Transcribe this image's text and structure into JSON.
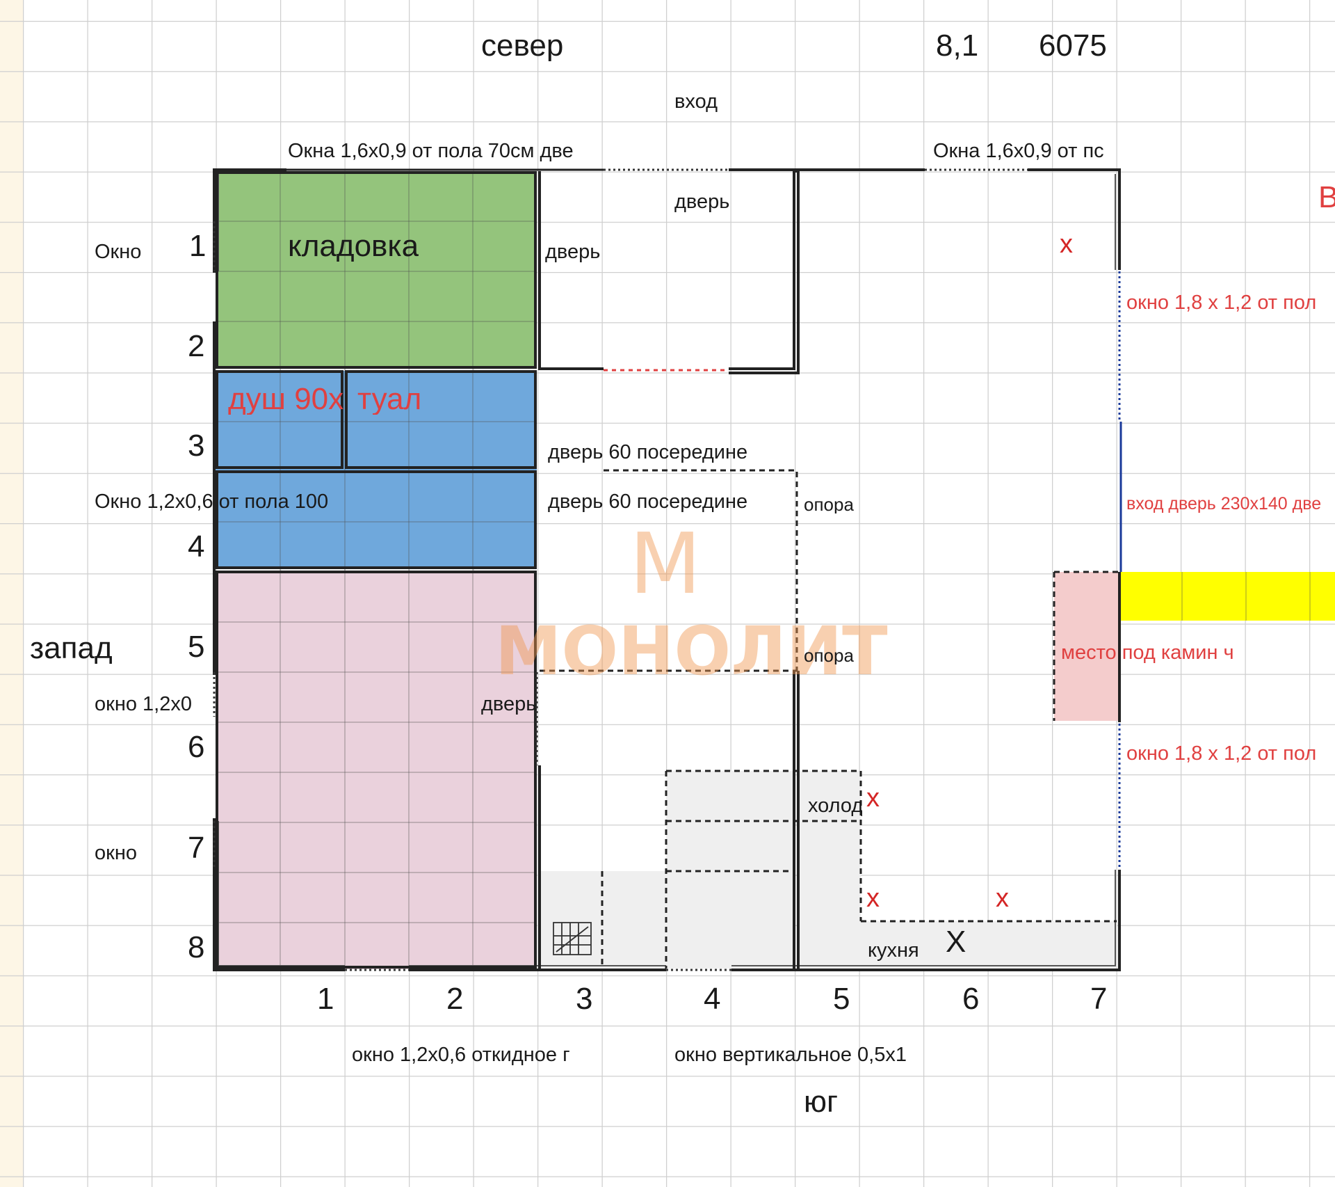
{
  "compass": {
    "north": "север",
    "south": "юг",
    "west": "запад"
  },
  "dimensions": {
    "width_label": "8,1",
    "area_label": "6075"
  },
  "rows": [
    "1",
    "2",
    "3",
    "4",
    "5",
    "6",
    "7",
    "8"
  ],
  "cols": [
    "1",
    "2",
    "3",
    "4",
    "5",
    "6",
    "7"
  ],
  "rooms": {
    "storage": "кладовка",
    "shower": "душ 90х",
    "toilet": "туал",
    "kitchen": "кухня",
    "fridge": "холод",
    "fireplace": "место под камин ч"
  },
  "labels": {
    "entrance": "вход",
    "windows_north_left": "Окна 1,6х0,9 от пола 70см две",
    "windows_north_right": "Окна 1,6х0,9 от пс",
    "door_top": "дверь",
    "door_left": "дверь",
    "door_room": "дверь",
    "window_west_1": "Окно",
    "window_west_4": "Окно 1,2х0,6 от пола 100",
    "window_west_6": "окно 1,2х0",
    "window_west_7": "окно",
    "door60_1": "дверь 60 посередине",
    "door60_2": "дверь 60 посередине",
    "support_1": "опора",
    "support_2": "опора",
    "window_east_1": "окно 1,8 х 1,2 от пол",
    "window_east_2": "окно 1,8 х 1,2 от пол",
    "entrance_door_east": "вход дверь 230х140 две",
    "window_south_1": "окно 1,2х0,6 откидное  г",
    "window_south_2": "окно вертикальное 0,5х1",
    "cut_letter": "В"
  },
  "marks": {
    "x_small": "х",
    "x_large": "Х"
  },
  "watermark": {
    "logo": "М",
    "name": "МОНОЛИТ"
  },
  "colors": {
    "storage": "#94c47c",
    "bathroom": "#6fa8dc",
    "bedroom": "#ead1dc",
    "kitchen_fill": "#efefef",
    "fireplace": "#f4cccc",
    "yellow_bar": "#ffff00",
    "accent_red": "#e04040"
  }
}
